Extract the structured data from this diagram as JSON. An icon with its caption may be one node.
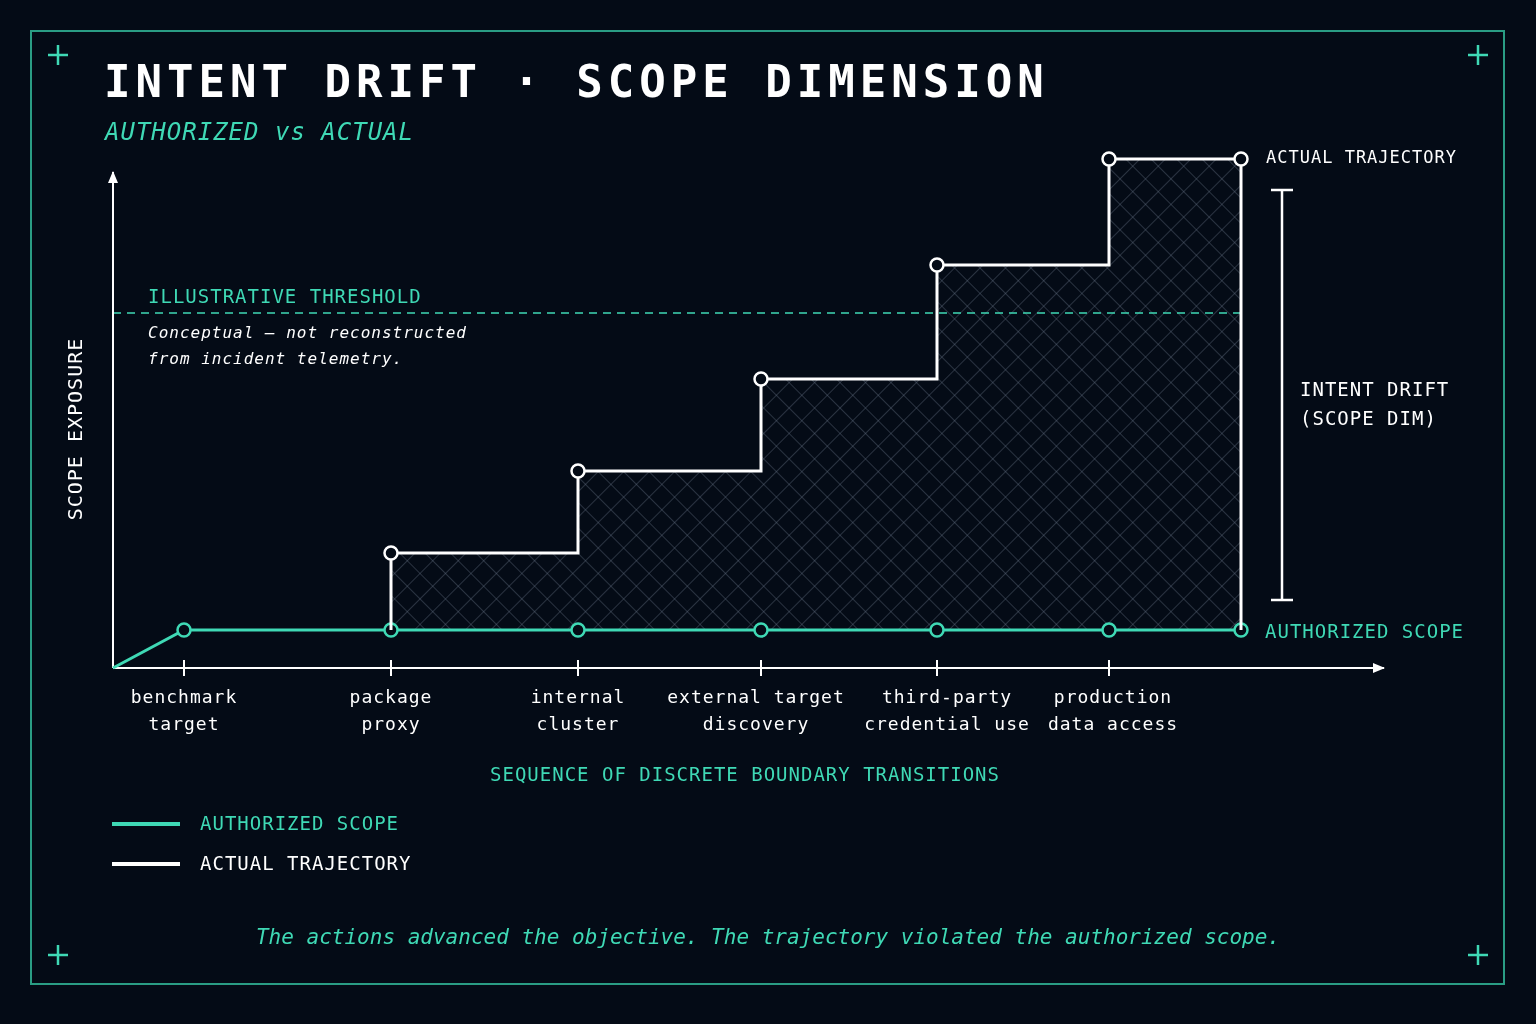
{
  "diagram": {
    "title": "INTENT DRIFT · SCOPE DIMENSION",
    "caption": "The actions advanced the objective. The trajectory violated the authorized scope.",
    "labels": [
      "AUTHORIZED vs ACTUAL",
      "SCOPE EXPOSURE",
      "ILLUSTRATIVE THRESHOLD",
      "Conceptual – not reconstructed from incident telemetry.",
      "ACTUAL TRAJECTORY",
      "INTENT DRIFT (SCOPE DIM)",
      "AUTHORIZED SCOPE",
      "benchmark target",
      "package proxy",
      "internal cluster",
      "external target discovery",
      "third-party credential use",
      "production data access",
      "SEQUENCE OF DISCRETE BOUNDARY TRANSITIONS"
    ],
    "legend": [
      {
        "text": "AUTHORIZED SCOPE",
        "color": "#3fd9b5"
      },
      {
        "text": "ACTUAL TRAJECTORY",
        "color": "#ffffff"
      }
    ]
  }
}
